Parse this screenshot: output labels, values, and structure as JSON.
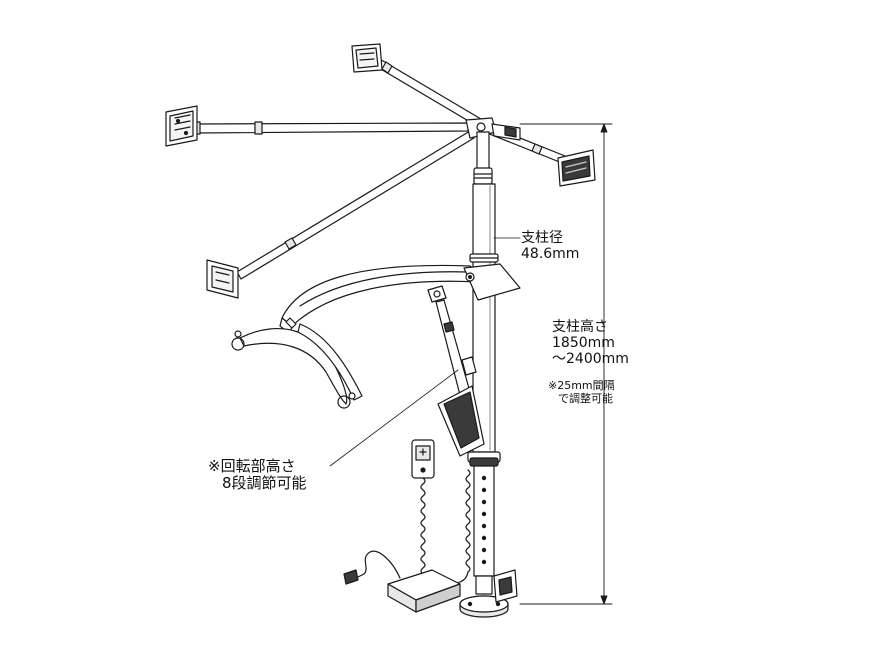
{
  "labels": {
    "pole_diameter": {
      "line1": "支柱径",
      "line2": "48.6mm"
    },
    "pole_height": {
      "line1": "支柱高さ",
      "line2": "1850mm",
      "line3": "～2400mm"
    },
    "pole_height_note": {
      "line1": "※25mm間隔",
      "line2": "で調整可能"
    },
    "rotation_height": {
      "line1": "※回転部高さ",
      "line2": "8段調節可能"
    }
  },
  "colors": {
    "line": "#1a1a1a",
    "fill": "#ffffff",
    "dark": "#3a3a3a",
    "stripe": "#9a9a9a"
  }
}
